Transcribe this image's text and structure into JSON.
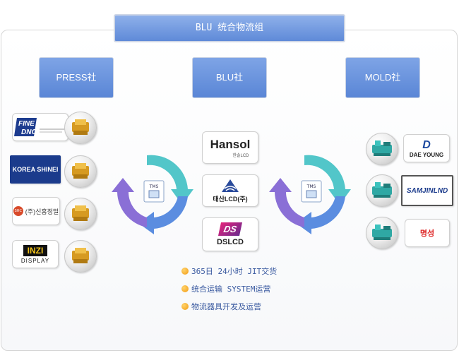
{
  "title": "BLU 统合物流组",
  "companies": {
    "left": "PRESS社",
    "center": "BLU社",
    "right": "MOLD社"
  },
  "press_logos": [
    {
      "name": "FINE DNC",
      "line1": "FINE",
      "line2": "DNC"
    },
    {
      "name": "KOREA SHINEI",
      "text": "KOREA SHINEI"
    },
    {
      "name": "(주)신흥정밀",
      "text": "(주)신흥정밀",
      "mark": "SHC"
    },
    {
      "name": "INZI DISPLAY",
      "mark": "INZI",
      "text": "DISPLAY"
    }
  ],
  "blu_logos": [
    {
      "name": "Hansol",
      "text": "Hansol",
      "sub": "한솔LCD"
    },
    {
      "name": "태산LCD(주)",
      "text": "태산LCD(주)"
    },
    {
      "name": "DSLCD",
      "mark": "DS",
      "text": "DSLCD"
    }
  ],
  "mold_logos": [
    {
      "name": "DAE YOUNG",
      "mark": "D",
      "text": "DAE YOUNG"
    },
    {
      "name": "SAMJINLND",
      "text": "SAMJINLND"
    },
    {
      "name": "명성",
      "text": "명성"
    }
  ],
  "cycle_center_label": "TMS",
  "bullets": [
    "365日 24小时 JIT交货",
    "统合运输 SYSTEM运营",
    "物流器具开发及运营"
  ],
  "colors": {
    "box_blue": "#6b95de",
    "bullet_text": "#3a5aa0",
    "arrow_teal": "#52c6c9",
    "arrow_blue": "#5b8de0",
    "arrow_purple": "#8a6fd6"
  }
}
